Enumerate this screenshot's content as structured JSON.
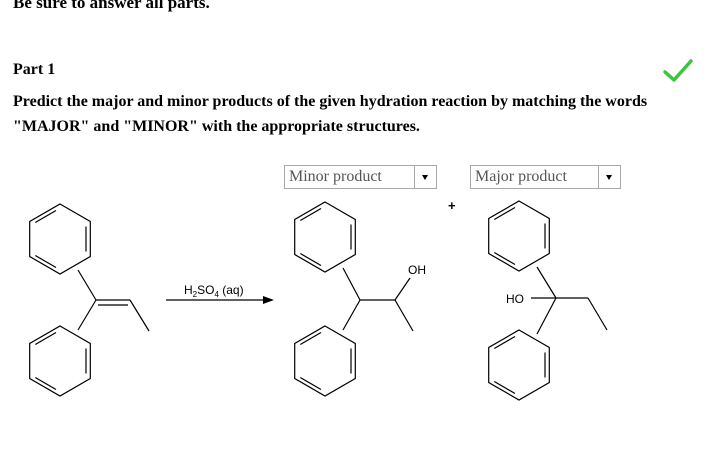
{
  "page": {
    "instructions": "Be sure to answer all parts.",
    "part_title": "Part 1",
    "question": "Predict the major and minor products of the given hydration reaction by matching the words \"MAJOR\" and \"MINOR\" with the appropriate structures."
  },
  "status": {
    "icon": "checkmark-icon",
    "color": "#3cc43c"
  },
  "dropdowns": {
    "left": {
      "selected": "Minor product"
    },
    "right": {
      "selected": "Major product"
    }
  },
  "reaction": {
    "reagent_main": "H",
    "reagent_sub2": "2",
    "reagent_mid": "SO",
    "reagent_sub4": "4",
    "reagent_tail": " (aq)",
    "plus": "+",
    "oh_label": "OH",
    "ho_label": "HO"
  }
}
